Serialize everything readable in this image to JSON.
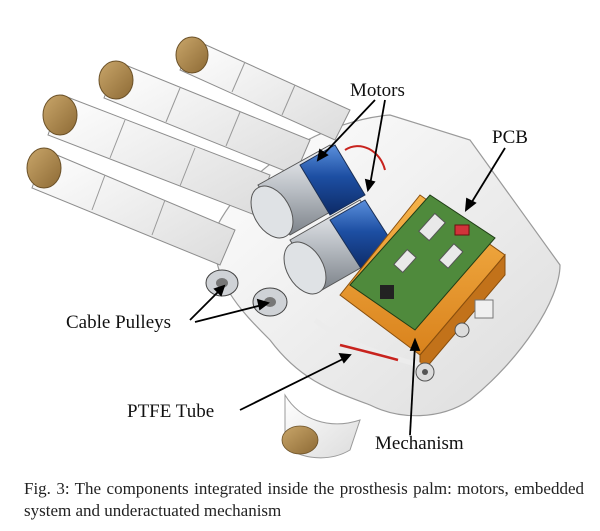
{
  "figure": {
    "labels": {
      "motors": "Motors",
      "pcb": "PCB",
      "cable_pulleys": "Cable Pulleys",
      "ptfe_tube": "PTFE Tube",
      "mechanism": "Mechanism"
    }
  },
  "caption": {
    "text": "Fig. 3: The components integrated inside the prosthesis palm: motors, embedded system and underactuated mechanism"
  },
  "colors": {
    "shell": "#f4f4f4",
    "fingertip": "#a9884f",
    "motor_blue": "#1d4fa3",
    "motor_silver": "#c9cdd2",
    "pcb_green": "#4f8a3c",
    "mechanism_orange": "#e99a2a",
    "wire_red": "#c8231e"
  }
}
